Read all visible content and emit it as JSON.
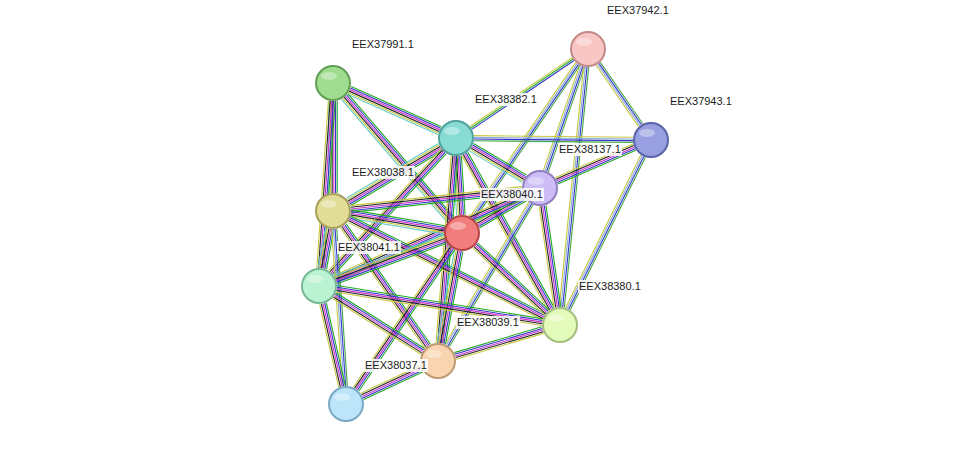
{
  "diagram": {
    "nodes": [
      {
        "text": [
          "EEX37942.1"
        ]
      },
      {
        "text": [
          "EEX37991.1"
        ]
      },
      {
        "text": [
          "EEX38382.1"
        ]
      },
      {
        "text": [
          "EEX37943.1"
        ]
      },
      {
        "text": [
          "EEX38137.1"
        ]
      },
      {
        "text": [
          "EEX38038.1"
        ]
      },
      {
        "text": [
          "EEX38040.1"
        ]
      },
      {
        "text": [
          "EEX38041.1"
        ]
      },
      {
        "text": [
          "EEX38380.1"
        ]
      },
      {
        "text": [
          "EEX38039.1"
        ]
      },
      {
        "text": [
          "EEX38037.1"
        ]
      }
    ],
    "edges": [
      {
        "from": 0,
        "to": 2,
        "arrow": "none"
      },
      {
        "from": 0,
        "to": 3,
        "arrow": "none"
      },
      {
        "from": 0,
        "to": 4,
        "arrow": "none"
      },
      {
        "from": 0,
        "to": 6,
        "arrow": "none"
      },
      {
        "from": 0,
        "to": 8,
        "arrow": "none"
      },
      {
        "from": 3,
        "to": 2,
        "arrow": "none"
      },
      {
        "from": 3,
        "to": 4,
        "arrow": "none"
      },
      {
        "from": 3,
        "to": 8,
        "arrow": "none"
      },
      {
        "from": 1,
        "to": 2,
        "arrow": "none"
      },
      {
        "from": 1,
        "to": 5,
        "arrow": "none"
      },
      {
        "from": 1,
        "to": 7,
        "arrow": "none"
      },
      {
        "from": 1,
        "to": 6,
        "arrow": "none"
      },
      {
        "from": 2,
        "to": 4,
        "arrow": "none"
      },
      {
        "from": 2,
        "to": 6,
        "arrow": "none"
      },
      {
        "from": 2,
        "to": 5,
        "arrow": "none"
      },
      {
        "from": 2,
        "to": 7,
        "arrow": "none"
      },
      {
        "from": 2,
        "to": 9,
        "arrow": "none"
      },
      {
        "from": 2,
        "to": 8,
        "arrow": "none"
      },
      {
        "from": 4,
        "to": 6,
        "arrow": "none"
      },
      {
        "from": 4,
        "to": 5,
        "arrow": "none"
      },
      {
        "from": 4,
        "to": 7,
        "arrow": "none"
      },
      {
        "from": 4,
        "to": 8,
        "arrow": "none"
      },
      {
        "from": 4,
        "to": 9,
        "arrow": "none"
      },
      {
        "from": 5,
        "to": 6,
        "arrow": "none"
      },
      {
        "from": 5,
        "to": 7,
        "arrow": "none"
      },
      {
        "from": 5,
        "to": 9,
        "arrow": "none"
      },
      {
        "from": 5,
        "to": 8,
        "arrow": "none"
      },
      {
        "from": 5,
        "to": 10,
        "arrow": "none"
      },
      {
        "from": 6,
        "to": 7,
        "arrow": "none"
      },
      {
        "from": 6,
        "to": 9,
        "arrow": "none"
      },
      {
        "from": 6,
        "to": 8,
        "arrow": "none"
      },
      {
        "from": 6,
        "to": 10,
        "arrow": "none"
      },
      {
        "from": 7,
        "to": 9,
        "arrow": "none"
      },
      {
        "from": 7,
        "to": 8,
        "arrow": "none"
      },
      {
        "from": 7,
        "to": 10,
        "arrow": "none"
      },
      {
        "from": 9,
        "to": 8,
        "arrow": "none"
      },
      {
        "from": 9,
        "to": 10,
        "arrow": "none"
      }
    ]
  }
}
